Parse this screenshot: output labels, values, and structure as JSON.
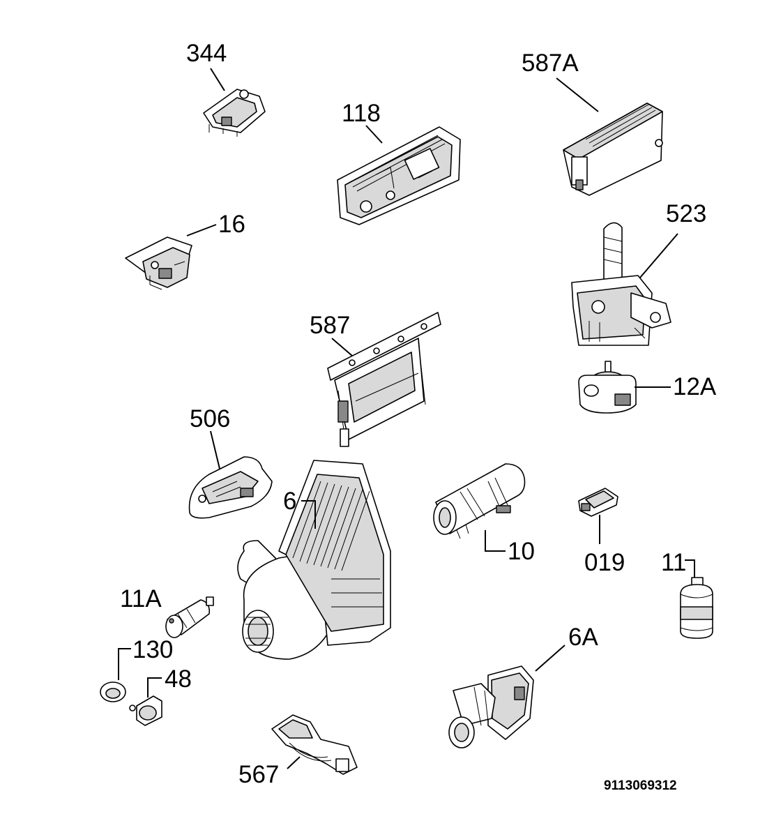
{
  "parts": [
    {
      "id": "344",
      "label": "344"
    },
    {
      "id": "118",
      "label": "118"
    },
    {
      "id": "587A",
      "label": "587A"
    },
    {
      "id": "16",
      "label": "16"
    },
    {
      "id": "523",
      "label": "523"
    },
    {
      "id": "587",
      "label": "587"
    },
    {
      "id": "12A",
      "label": "12A"
    },
    {
      "id": "506",
      "label": "506"
    },
    {
      "id": "6",
      "label": "6"
    },
    {
      "id": "10",
      "label": "10"
    },
    {
      "id": "019",
      "label": "019"
    },
    {
      "id": "11",
      "label": "11"
    },
    {
      "id": "11A",
      "label": "11A"
    },
    {
      "id": "130",
      "label": "130"
    },
    {
      "id": "48",
      "label": "48"
    },
    {
      "id": "6A",
      "label": "6A"
    },
    {
      "id": "567",
      "label": "567"
    }
  ],
  "drawing_code": "9113069312"
}
